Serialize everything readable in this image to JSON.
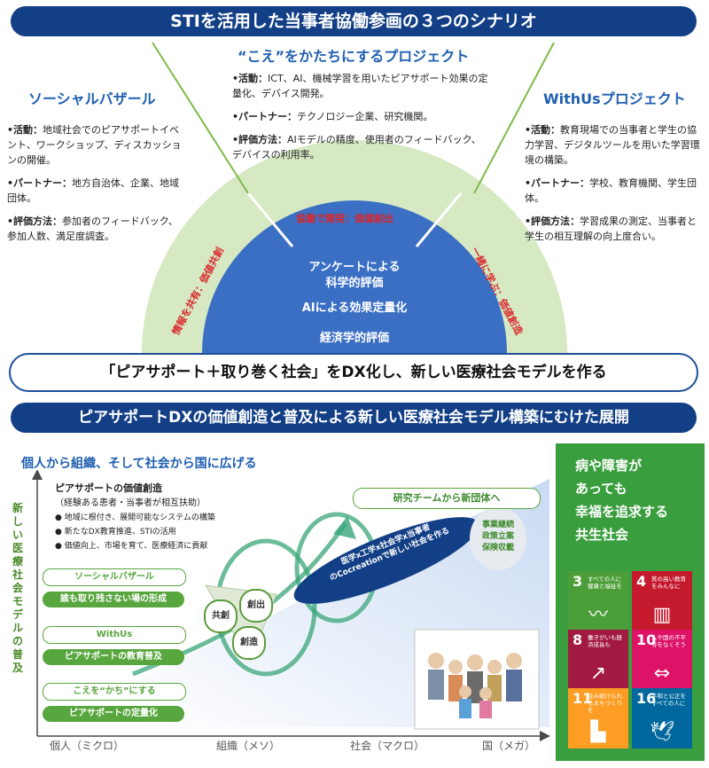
{
  "top_banner": "STIを活用した当事者協働参画の３つのシナリオ",
  "columns": {
    "left": {
      "title": "ソーシャルバザール",
      "activity_label": "•活動：",
      "activity": "地域社会でのピアサポートイベント、ワークショップ、ディスカッションの開催。",
      "partner_label": "•パートナー：",
      "partner": "地方自治体、企業、地域団体。",
      "eval_label": "•評価方法：",
      "eval": "参加者のフィードバック、参加人数、満足度調査。"
    },
    "center": {
      "title": "“こえ”をかたちにするプロジェクト",
      "activity_label": "•活動：",
      "activity": "ICT、AI、機械学習を用いたピアサポート効果の定量化、デバイス開発。",
      "partner_label": "•パートナー：",
      "partner": "テクノロジー企業、研究機関。",
      "eval_label": "•評価方法：",
      "eval": "AIモデルの精度、使用者のフィードバック、デバイスの利用率。"
    },
    "right": {
      "title": "WithUsプロジェクト",
      "activity_label": "•活動：",
      "activity": "教育現場での当事者と学生の協力学習、デジタルツールを用いた学習環境の構築。",
      "partner_label": "•パートナー：",
      "partner": "学校、教育機関、学生団体。",
      "eval_label": "•評価方法：",
      "eval": "学習成果の測定、当事者と学生の相互理解の向上度合い。"
    }
  },
  "arc_labels": {
    "top": "協働で開発：価値創出",
    "left": "情報を共有：価値共創",
    "right": "一緒に学ぶ：価値創造"
  },
  "inner": {
    "line1": "アンケートによる",
    "line2": "科学的評価",
    "line3": "AIによる効果定量化",
    "line4": "経済学的評価"
  },
  "central_statement": "「ピアサポート＋取り巻く社会」をDX化し、新しい医療社会モデルを作る",
  "bottom_banner": "ピアサポートDXの価値創造と普及による新しい医療社会モデル構築にむけた展開",
  "lower": {
    "headline": "個人から組織、そして社会から国に広げる",
    "y_axis_label": "新しい医療社会モデルの普及",
    "value_title": "ピアサポートの価値創造",
    "value_sub": "（経験ある患者・当事者が相互扶助）",
    "bullets": [
      "地域に根付き、展開可能なシステムの構築",
      "新たなDX教育推進、STIの活用",
      "価値向上、市場を育て、医療経済に貢献"
    ],
    "pills": [
      {
        "title": "ソーシャルバザール",
        "sub": "誰も取り残さない場の形成"
      },
      {
        "title": "WithUs",
        "sub": "ピアサポートの教育普及"
      },
      {
        "title": "こえを“かち”にする",
        "sub": "ピアサポートの定量化"
      }
    ],
    "bubbles": [
      "共創",
      "創出",
      "創造"
    ],
    "research_box": "研究チームから新団体へ",
    "blue_ellipse_line1": "医学x工学x社会学x当事者",
    "blue_ellipse_line2": "のCocreationで新しい社会を作る",
    "oval_lines": [
      "事業継続",
      "政策立案",
      "保険収載"
    ],
    "x_axis": [
      "個人（ミクロ）",
      "組織（メソ）",
      "社会（マクロ）",
      "国（メガ）"
    ]
  },
  "green_panel": {
    "lines": [
      "病や障害が",
      "あっても",
      "幸福を追求する",
      "共生社会"
    ],
    "sdgs": [
      {
        "num": "3",
        "text": "すべての人に健康と福祉を",
        "color": "#4c9f38",
        "icon": "heartbeat-icon"
      },
      {
        "num": "4",
        "text": "質の高い教育をみんなに",
        "color": "#c5192d",
        "icon": "book-icon"
      },
      {
        "num": "8",
        "text": "働きがいも経済成長も",
        "color": "#a21942",
        "icon": "growth-chart-icon"
      },
      {
        "num": "10",
        "text": "人や国の不平等をなくそう",
        "color": "#dd1367",
        "icon": "equality-icon"
      },
      {
        "num": "11",
        "text": "住み続けられるまちづくりを",
        "color": "#fd9d24",
        "icon": "city-icon"
      },
      {
        "num": "16",
        "text": "平和と公正をすべての人に",
        "color": "#00689d",
        "icon": "dove-icon"
      }
    ]
  }
}
